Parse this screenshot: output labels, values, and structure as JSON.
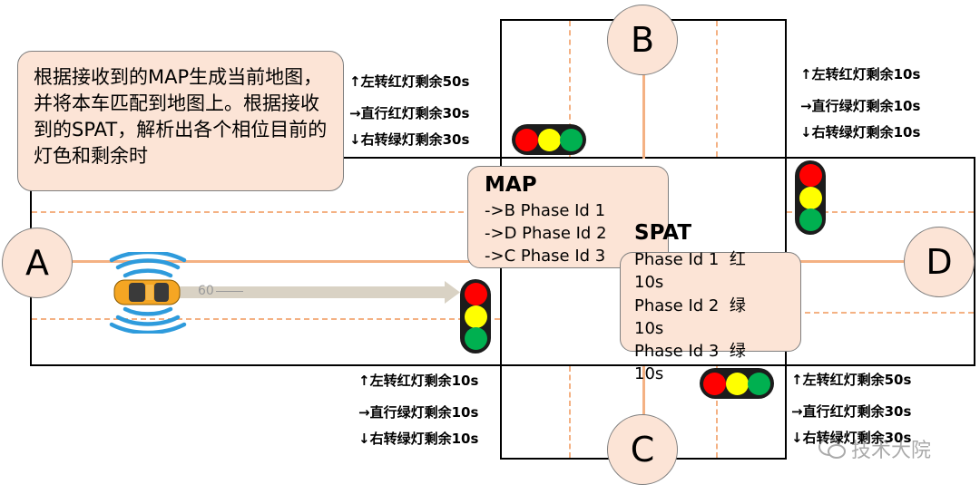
{
  "nodes": {
    "a": "A",
    "b": "B",
    "c": "C",
    "d": "D"
  },
  "description": "根据接收到的MAP生成当前地图，并将本车匹配到地图上。根据接收到的SPAT，解析出各个相位目前的灯色和剩余时",
  "map_box": {
    "title": "MAP",
    "lines": [
      "->B Phase Id 1",
      "->D Phase Id 2",
      "->C Phase Id 3"
    ]
  },
  "spat_box": {
    "title": "SPAT",
    "lines": [
      "Phase Id 1  红",
      "10s",
      "Phase Id 2  绿",
      "10s",
      "Phase Id 3  绿",
      "10s"
    ]
  },
  "status_top_left": [
    "↑左转红灯剩余50s",
    "→直行红灯剩余30s",
    "↓右转绿灯剩余30s"
  ],
  "status_top_right": [
    "↑左转红灯剩余10s",
    "→直行绿灯剩余10s",
    "↓右转绿灯剩余10s"
  ],
  "status_bottom_left": [
    "↑左转红灯剩余10s",
    "→直行绿灯剩余10s",
    "↓右转绿灯剩余10s"
  ],
  "status_bottom_right": [
    "↑左转红灯剩余50s",
    "→直行红灯剩余30s",
    "↓右转绿灯剩余30s"
  ],
  "speed_label": "60",
  "watermark": "技术大院",
  "colors": {
    "red": "#ff0000",
    "yellow": "#ffff00",
    "green": "#00b050",
    "lane": "#f4b183",
    "bubble": "#fce4d6"
  }
}
